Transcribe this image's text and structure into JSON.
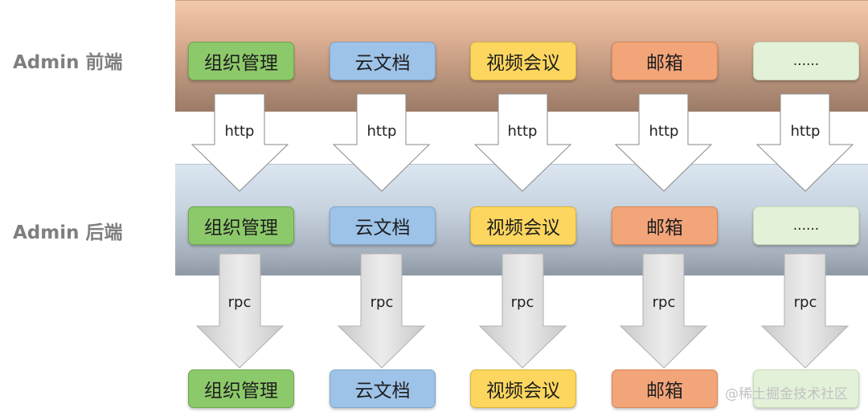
{
  "layers": {
    "frontend_label": "Admin 前端",
    "backend_label": "Admin 后端"
  },
  "modules": {
    "frontend": [
      "组织管理",
      "云文档",
      "视频会议",
      "邮箱",
      "......"
    ],
    "backend": [
      "组织管理",
      "云文档",
      "视频会议",
      "邮箱",
      "......"
    ],
    "services": [
      "组织管理",
      "云文档",
      "视频会议",
      "邮箱",
      ""
    ]
  },
  "arrows": {
    "upper": [
      "http",
      "http",
      "http",
      "http",
      "http"
    ],
    "lower": [
      "rpc",
      "rpc",
      "rpc",
      "rpc",
      "rpc"
    ]
  },
  "colors": {
    "module_colors": [
      "#8cc96a",
      "#9ec3e8",
      "#fcd65e",
      "#f3a57a",
      "#e3f1d9"
    ],
    "frontend_band": "#dcae92",
    "backend_band": "#c7d3df",
    "arrow_fill": "#ffffff",
    "rpc_arrow_fill": "#d9d9d9"
  },
  "watermark": "@稀土掘金技术社区"
}
